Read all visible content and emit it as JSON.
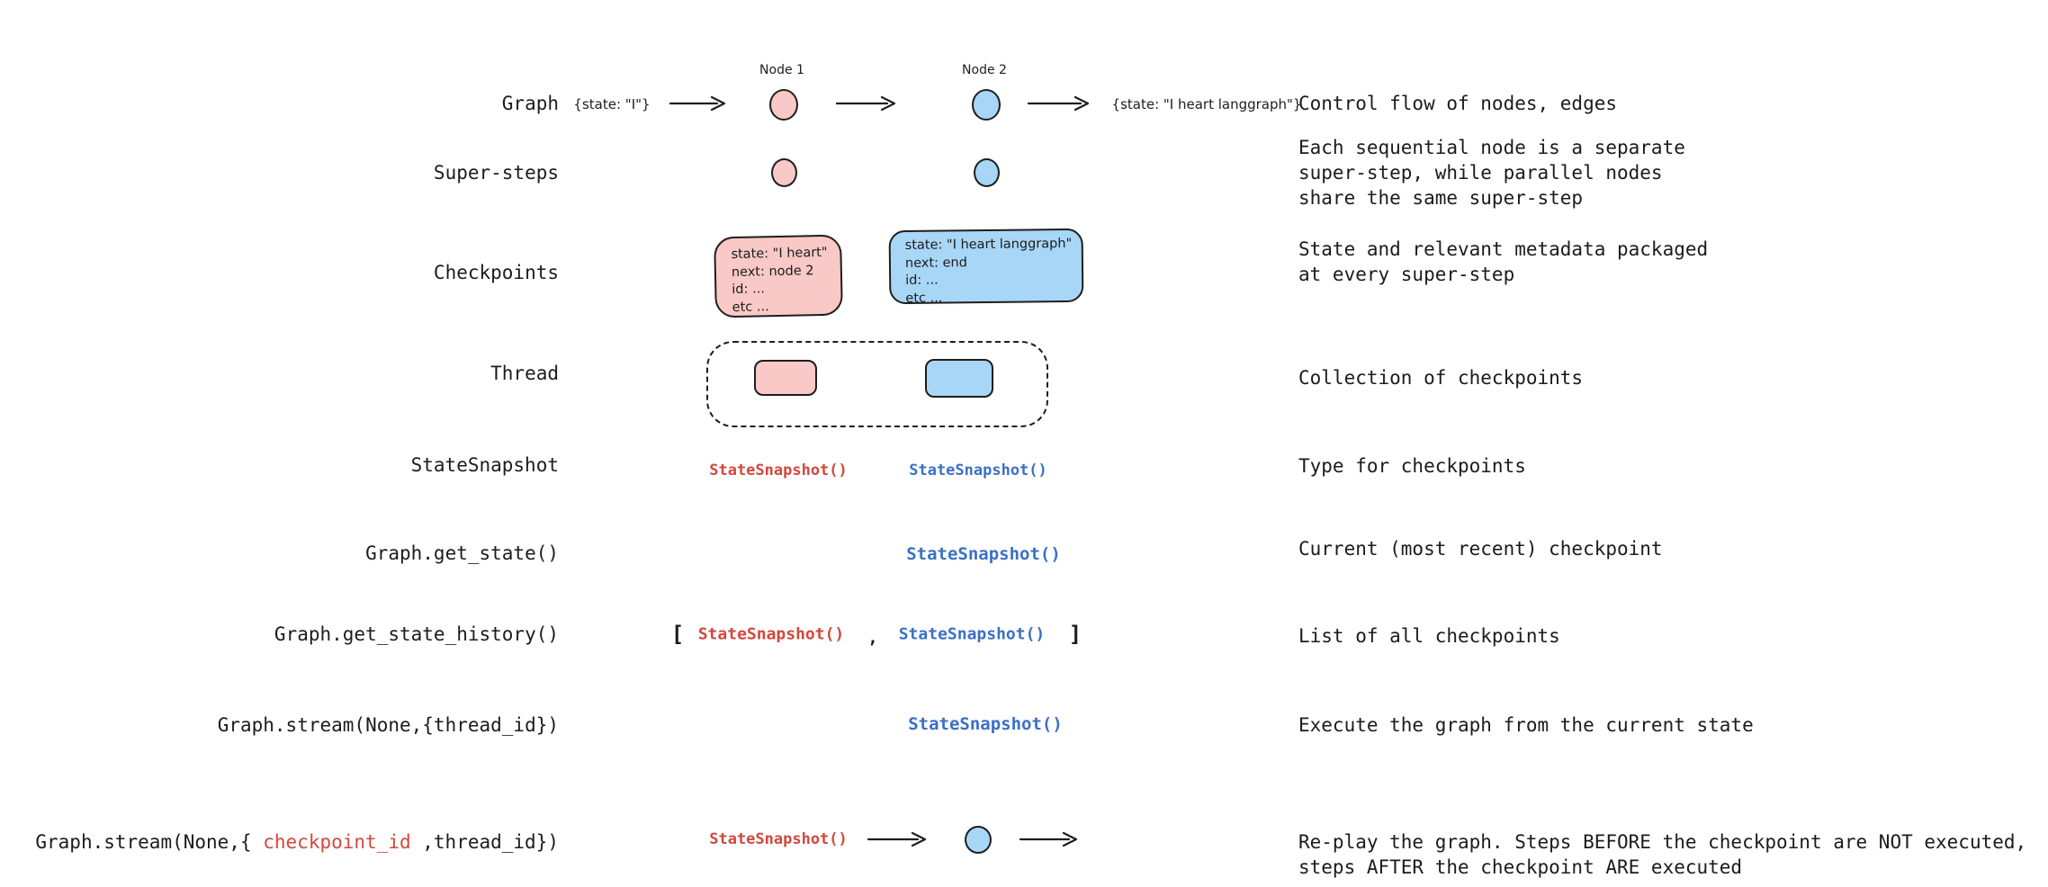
{
  "palette": {
    "pink_fill": "#f8c9c6",
    "blue_fill": "#a8d6f6",
    "stroke": "#1e1e1e",
    "red_text": "#d2483c",
    "blue_text": "#3b70c4"
  },
  "tokens": {
    "snapshot": "StateSnapshot()",
    "bracket_open": "[",
    "bracket_close": "]",
    "comma": ","
  },
  "rows": [
    {
      "label": "Graph",
      "desc": "Control flow of nodes, edges"
    },
    {
      "label": "Super-steps",
      "desc": "Each sequential node is a separate\nsuper-step, while parallel nodes\nshare the same super-step"
    },
    {
      "label": "Checkpoints",
      "desc": "State and relevant metadata packaged\nat every super-step"
    },
    {
      "label": "Thread",
      "desc": "Collection of checkpoints"
    },
    {
      "label": "StateSnapshot",
      "desc": "Type for checkpoints"
    },
    {
      "label": "Graph.get_state()",
      "desc": "Current (most recent) checkpoint"
    },
    {
      "label": "Graph.get_state_history()",
      "desc": "List of all checkpoints"
    },
    {
      "label": "Graph.stream(None,{thread_id})",
      "desc": "Execute the graph from the current state"
    },
    {
      "label_pre": "Graph.stream(None,{ ",
      "label_red": "checkpoint_id",
      "label_post": " ,thread_id})",
      "desc": "Re-play the graph. Steps BEFORE the checkpoint are NOT executed,\nsteps AFTER the checkpoint ARE executed"
    }
  ],
  "graph_flow": {
    "input_state": "{state: \"I\"}",
    "node1_label": "Node 1",
    "node2_label": "Node 2",
    "output_state": "{state: \"I heart langgraph\"}"
  },
  "checkpoints": {
    "pink_text": "state: \"I heart\"\nnext: node 2\nid: ...\netc ...",
    "blue_text": "state: \"I heart langgraph\"\nnext: end\nid: ...\netc ..."
  }
}
